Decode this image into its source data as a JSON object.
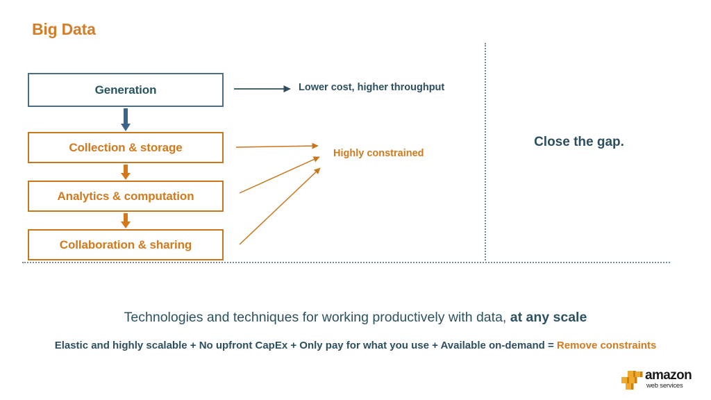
{
  "slide": {
    "title": "Big Data",
    "background": "#ffffff"
  },
  "colors": {
    "orange": "#D07A1E",
    "orange_border": "#C8761C",
    "blue": "#2C4E5E",
    "blue_border": "#4A6C87",
    "blue_arrow": "#3C6488",
    "dotted": "#6E8A99"
  },
  "flow": {
    "boxes": [
      {
        "label": "Generation",
        "style": "blue"
      },
      {
        "label": "Collection & storage",
        "style": "orange"
      },
      {
        "label": "Analytics & computation",
        "style": "orange"
      },
      {
        "label": "Collaboration & sharing",
        "style": "orange"
      }
    ]
  },
  "callouts": {
    "lower_cost": "Lower cost, higher throughput",
    "highly_constrained": "Highly constrained"
  },
  "right_panel": {
    "close_the_gap": "Close the gap."
  },
  "tagline": {
    "lead": "Technologies and techniques for working productively with data, ",
    "emphasis": "at any scale"
  },
  "formula": {
    "lead": "Elastic and highly scalable + No upfront CapEx + Only pay for what you use + Available on-demand = ",
    "highlight": "Remove constraints"
  },
  "logo": {
    "wordmark": "amazon",
    "subwordmark": "web services"
  }
}
